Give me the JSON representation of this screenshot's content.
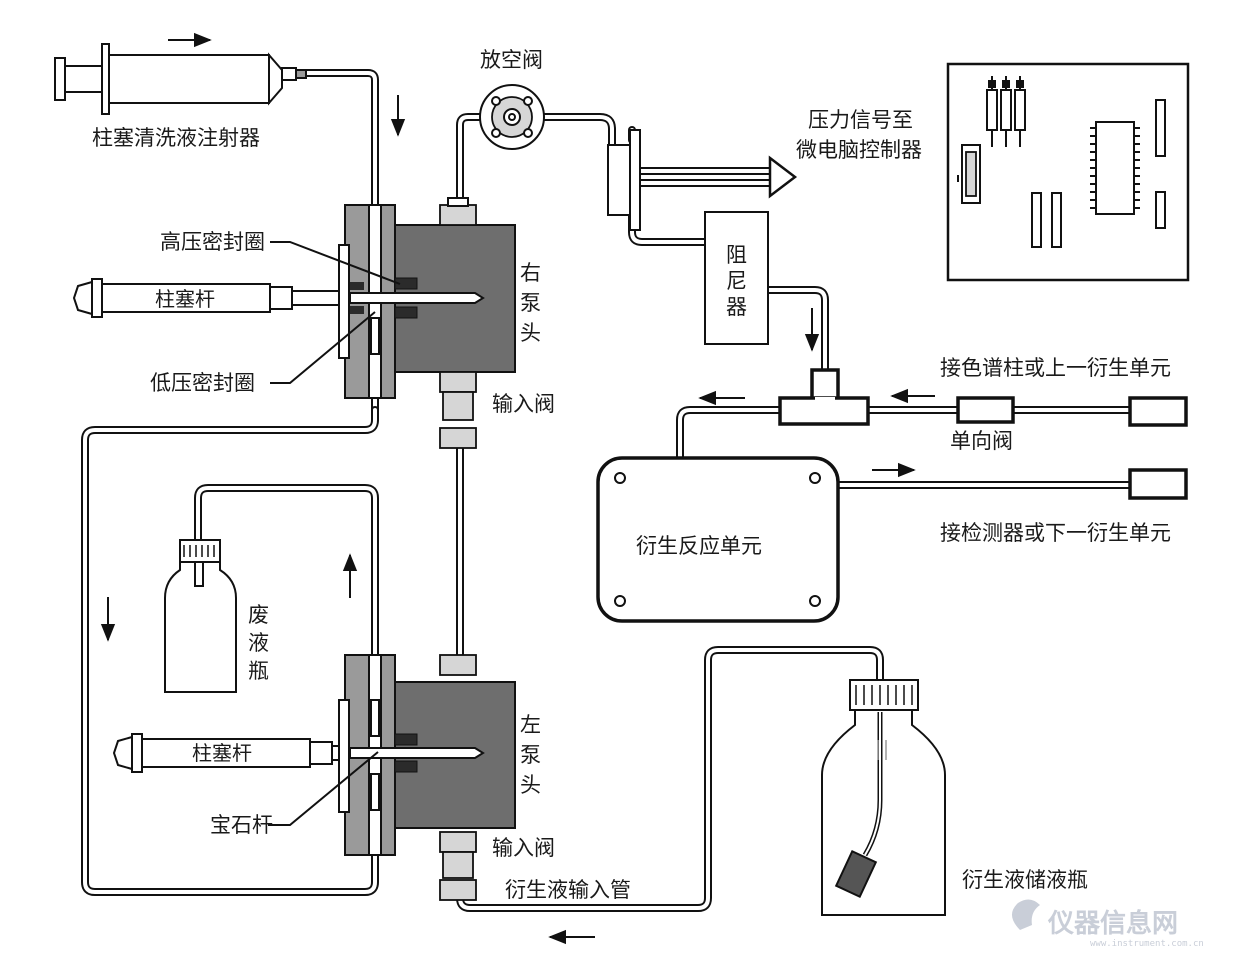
{
  "labels": {
    "plunger_wash_syringe": "柱塞清洗液注射器",
    "vent_valve": "放空阀",
    "pressure_signal_line1": "压力信号至",
    "pressure_signal_line2": "微电脑控制器",
    "high_pressure_seal": "高压密封圈",
    "plunger_rod_top": "柱塞杆",
    "low_pressure_seal": "低压密封圈",
    "right_pump_head": [
      "右",
      "泵",
      "头"
    ],
    "input_valve_top": "输入阀",
    "damper": [
      "阻",
      "尼",
      "器"
    ],
    "from_column": "接色谱柱或上一衍生单元",
    "check_valve": "单向阀",
    "reaction_unit": "衍生反应单元",
    "to_detector": "接检测器或下一衍生单元",
    "waste_bottle": [
      "废",
      "液",
      "瓶"
    ],
    "plunger_rod_bottom": "柱塞杆",
    "sapphire_rod": "宝石杆",
    "left_pump_head": [
      "左",
      "泵",
      "头"
    ],
    "input_valve_bottom": "输入阀",
    "reagent_input_tube": "衍生液输入管",
    "reagent_bottle": "衍生液储液瓶"
  },
  "watermark": {
    "text": "仪器信息网",
    "url": "www.instrument.com.cn"
  }
}
